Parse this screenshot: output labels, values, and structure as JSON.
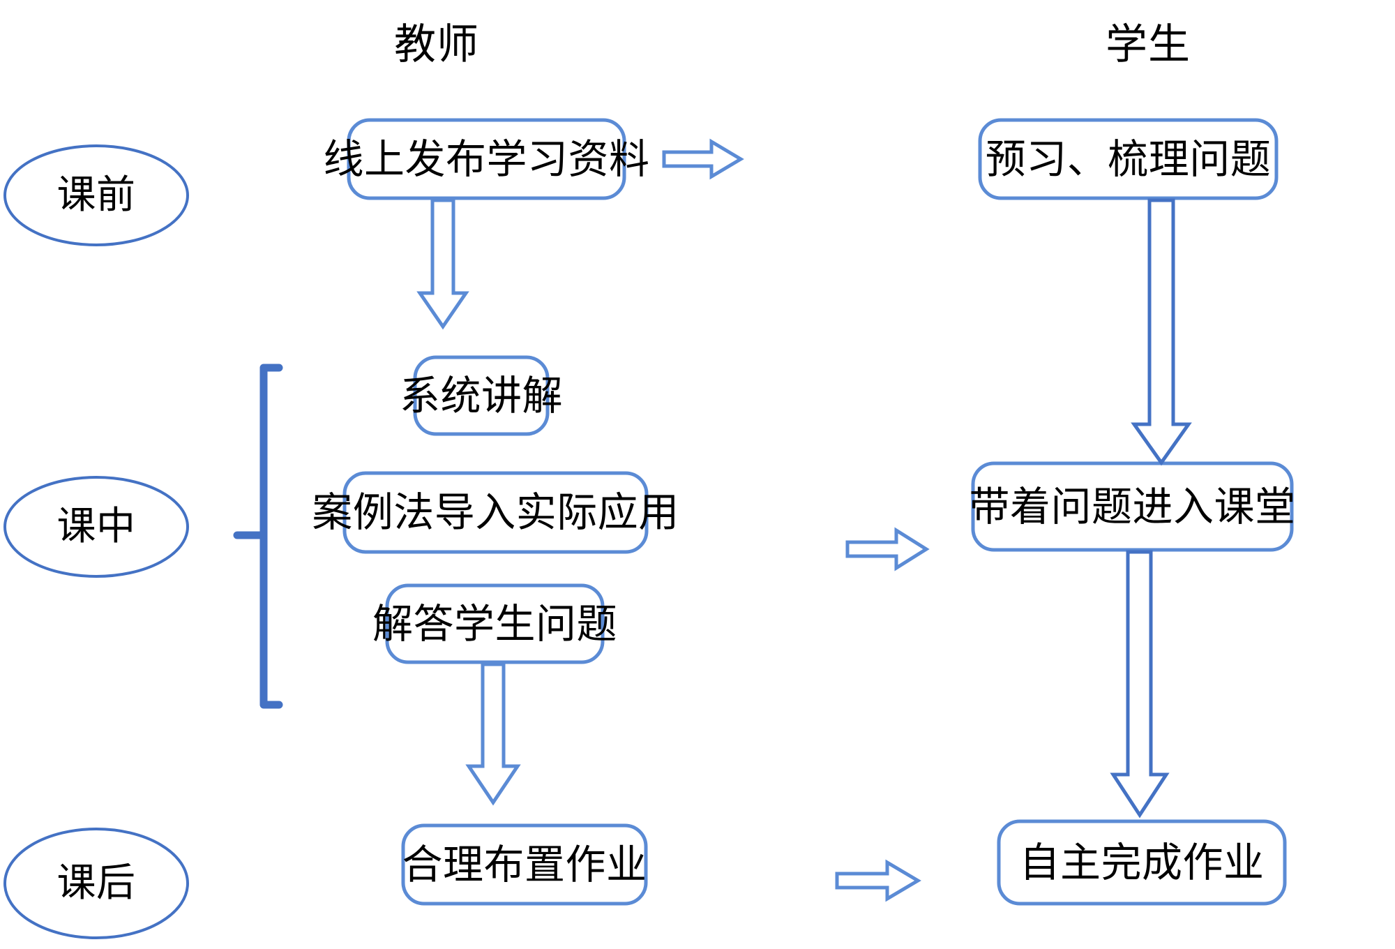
{
  "diagram": {
    "title_columns": [
      {
        "id": "teacher",
        "label": "教师"
      },
      {
        "id": "student",
        "label": "学生"
      }
    ],
    "stages": [
      {
        "id": "pre-class",
        "label": "课前"
      },
      {
        "id": "in-class",
        "label": "课中"
      },
      {
        "id": "post-class",
        "label": "课后"
      }
    ],
    "teacher_nodes": [
      {
        "id": "publish-materials",
        "label": "线上发布学习资料"
      },
      {
        "id": "systematic-lecture",
        "label": "系统讲解"
      },
      {
        "id": "case-method",
        "label": "案例法导入实际应用"
      },
      {
        "id": "answer-questions",
        "label": "解答学生问题"
      },
      {
        "id": "assign-homework",
        "label": "合理布置作业"
      }
    ],
    "student_nodes": [
      {
        "id": "preview-questions",
        "label": "预习、梳理问题"
      },
      {
        "id": "enter-class-with-questions",
        "label": "带着问题进入课堂"
      },
      {
        "id": "complete-homework",
        "label": "自主完成作业"
      }
    ],
    "connectors": [
      {
        "id": "publish-to-preview",
        "direction": "right",
        "from": "publish-materials",
        "to": "preview-questions"
      },
      {
        "id": "publish-to-lecture",
        "direction": "down",
        "from": "publish-materials",
        "to": "systematic-lecture"
      },
      {
        "id": "case-to-enter-class",
        "direction": "right",
        "from": "case-method",
        "to": "enter-class-with-questions"
      },
      {
        "id": "answer-to-homework",
        "direction": "down",
        "from": "answer-questions",
        "to": "assign-homework"
      },
      {
        "id": "homework-to-complete",
        "direction": "right",
        "from": "assign-homework",
        "to": "complete-homework"
      },
      {
        "id": "preview-to-enter-class",
        "direction": "down",
        "from": "preview-questions",
        "to": "enter-class-with-questions"
      },
      {
        "id": "enter-class-to-complete",
        "direction": "down",
        "from": "enter-class-with-questions",
        "to": "complete-homework"
      }
    ],
    "group_bracket": {
      "id": "in-class-bracket",
      "groups": [
        "systematic-lecture",
        "case-method",
        "answer-questions"
      ]
    },
    "colors": {
      "accent": "#4472C4",
      "box_border": "#5B8BD5",
      "arrow_stroke": "#4472C4",
      "text": "#000000",
      "background": "#FFFFFF"
    }
  }
}
